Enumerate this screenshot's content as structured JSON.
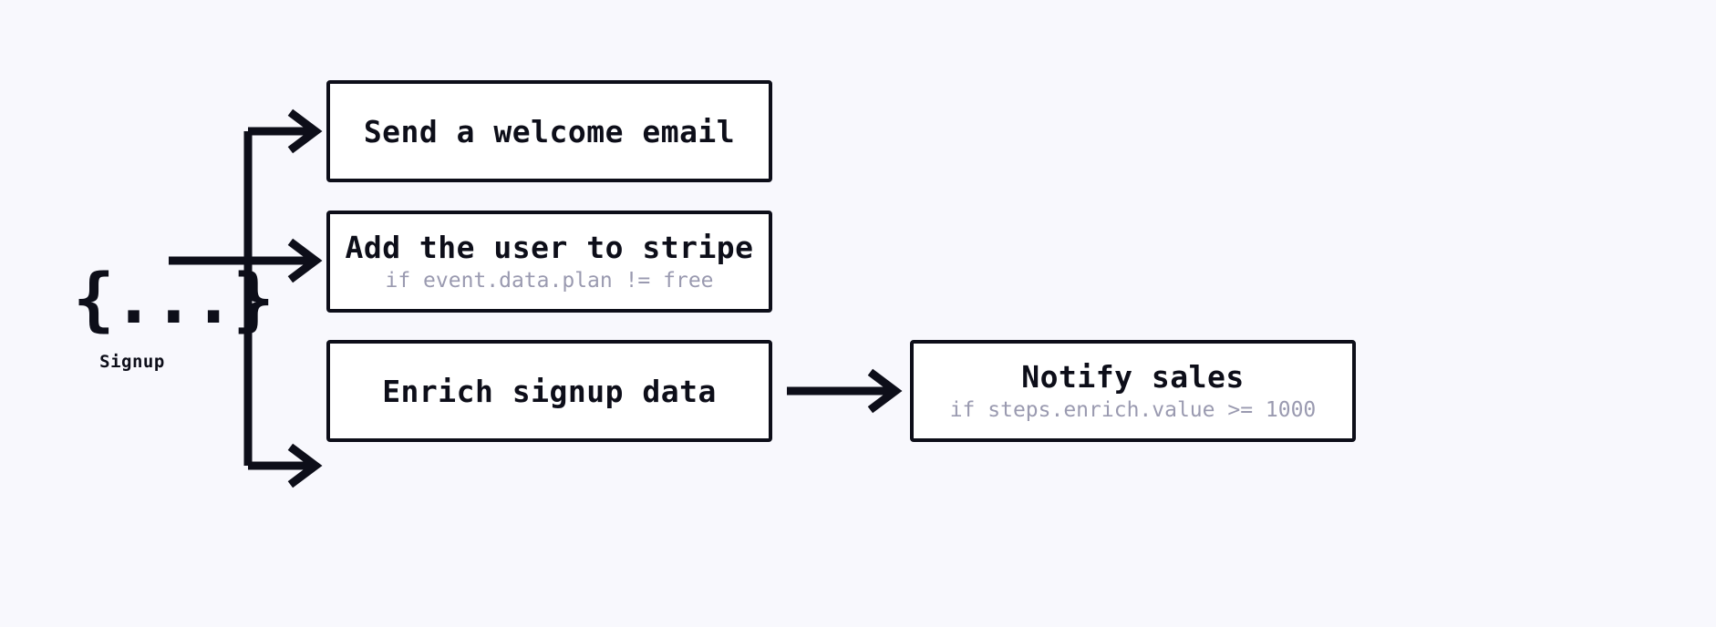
{
  "canvas": {
    "background_color": "#f8f8fd",
    "line_color": "#0d0e19",
    "node_fill": "#ffffff",
    "condition_color": "#9a9ab0"
  },
  "trigger": {
    "icon": "json-braces-icon",
    "glyph": "{...}",
    "label": "Signup"
  },
  "nodes": [
    {
      "id": "welcome",
      "title": "Send a welcome email",
      "condition": ""
    },
    {
      "id": "stripe",
      "title": "Add the user to stripe",
      "condition": "if event.data.plan != free"
    },
    {
      "id": "enrich",
      "title": "Enrich signup data",
      "condition": ""
    },
    {
      "id": "notify",
      "title": "Notify sales",
      "condition": "if steps.enrich.value >= 1000"
    }
  ],
  "edges": [
    {
      "id": "trigger-to-welcome",
      "from": "Signup",
      "to": "Send a welcome email"
    },
    {
      "id": "trigger-to-stripe",
      "from": "Signup",
      "to": "Add the user to stripe"
    },
    {
      "id": "trigger-to-enrich",
      "from": "Signup",
      "to": "Enrich signup data"
    },
    {
      "id": "enrich-to-notify",
      "from": "Enrich signup data",
      "to": "Notify sales"
    }
  ]
}
